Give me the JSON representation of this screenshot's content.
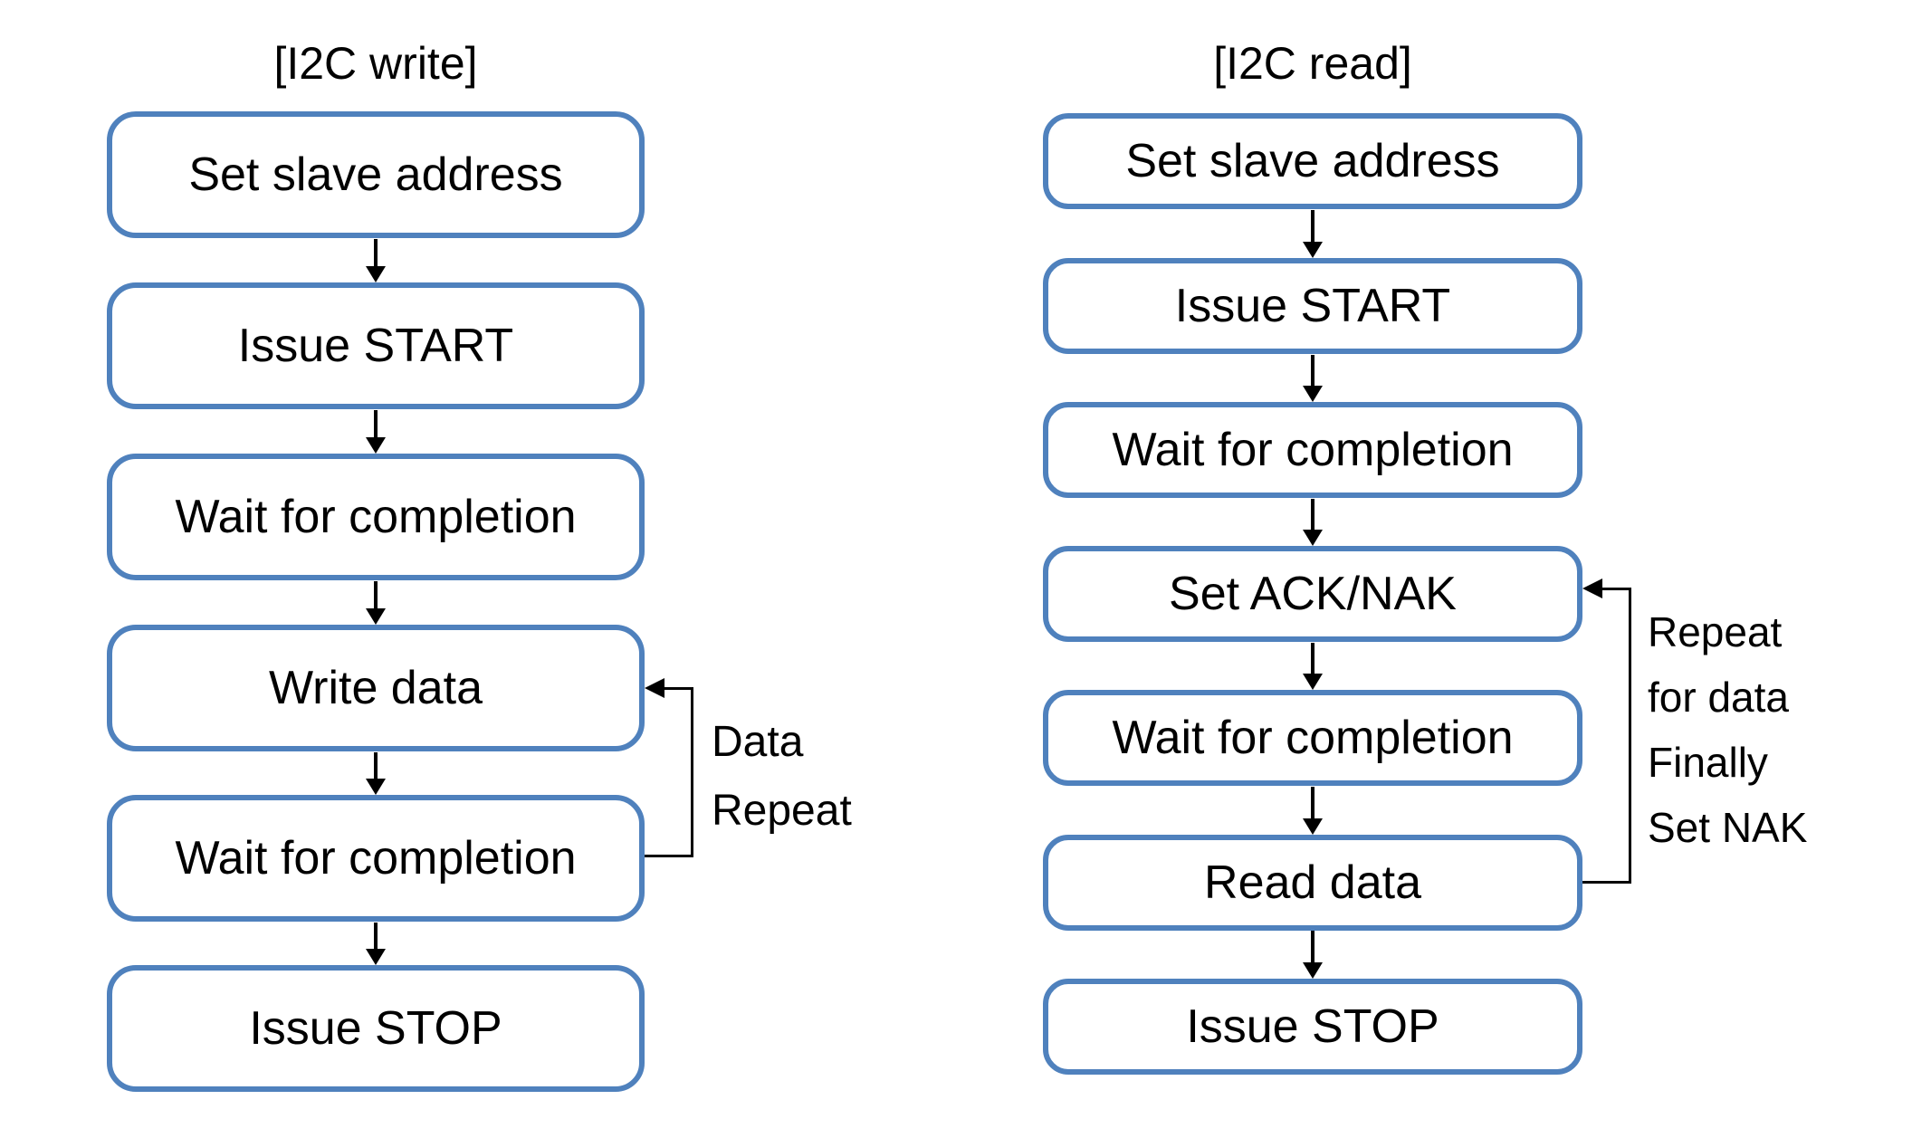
{
  "background": "#ffffff",
  "colors": {
    "background": "#ffffff",
    "box_border": "#4f81bd",
    "box_fill": "#ffffff",
    "arrow": "#000000",
    "text": "#000000"
  },
  "write_flow": {
    "title": "[I2C write]",
    "steps": [
      "Set slave address",
      "Issue START",
      "Wait for completion",
      "Write data",
      "Wait for completion",
      "Issue STOP"
    ],
    "loop_label": [
      "Data",
      "Repeat"
    ]
  },
  "read_flow": {
    "title": "[I2C read]",
    "steps": [
      "Set slave address",
      "Issue START",
      "Wait for completion",
      "Set ACK/NAK",
      "Wait for completion",
      "Read data",
      "Issue STOP"
    ],
    "loop_label": [
      "Repeat",
      "for data",
      "Finally",
      "Set NAK"
    ]
  }
}
